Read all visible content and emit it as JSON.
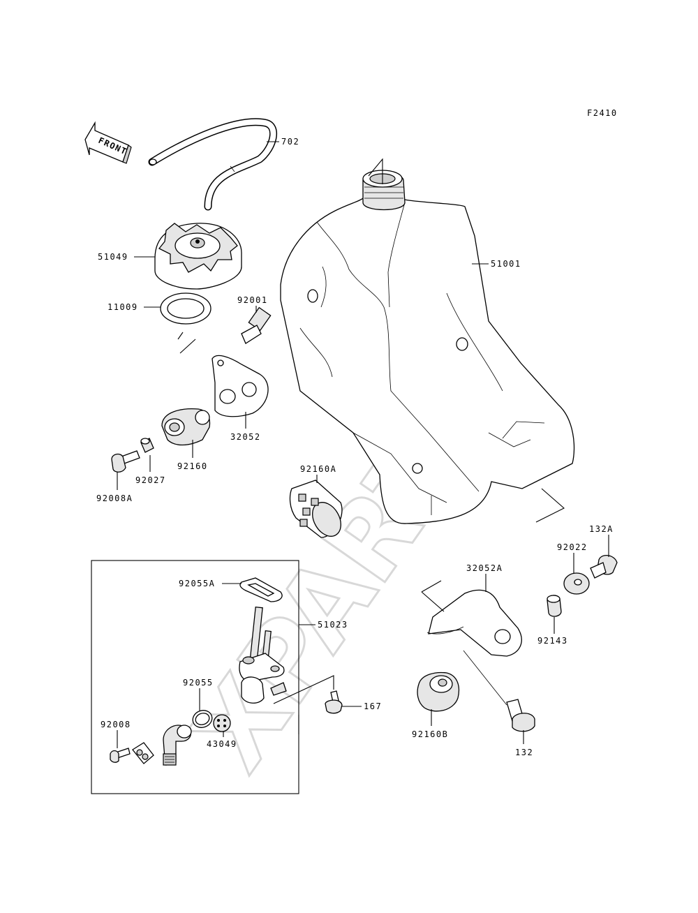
{
  "figure_code": "F2410",
  "front_arrow_label": "FRONT",
  "watermark": "XPARTS",
  "parts": {
    "p702": "702",
    "p51049": "51049",
    "p11009": "11009",
    "p92001": "92001",
    "p51001": "51001",
    "p32052": "32052",
    "p92160": "92160",
    "p92027": "92027",
    "p92008A": "92008A",
    "p92160A": "92160A",
    "p132A": "132A",
    "p92022": "92022",
    "p32052A": "32052A",
    "p92143": "92143",
    "p92055A": "92055A",
    "p51023": "51023",
    "p92055": "92055",
    "p167": "167",
    "p92008": "92008",
    "p43049": "43049",
    "p92160B": "92160B",
    "p132": "132"
  }
}
